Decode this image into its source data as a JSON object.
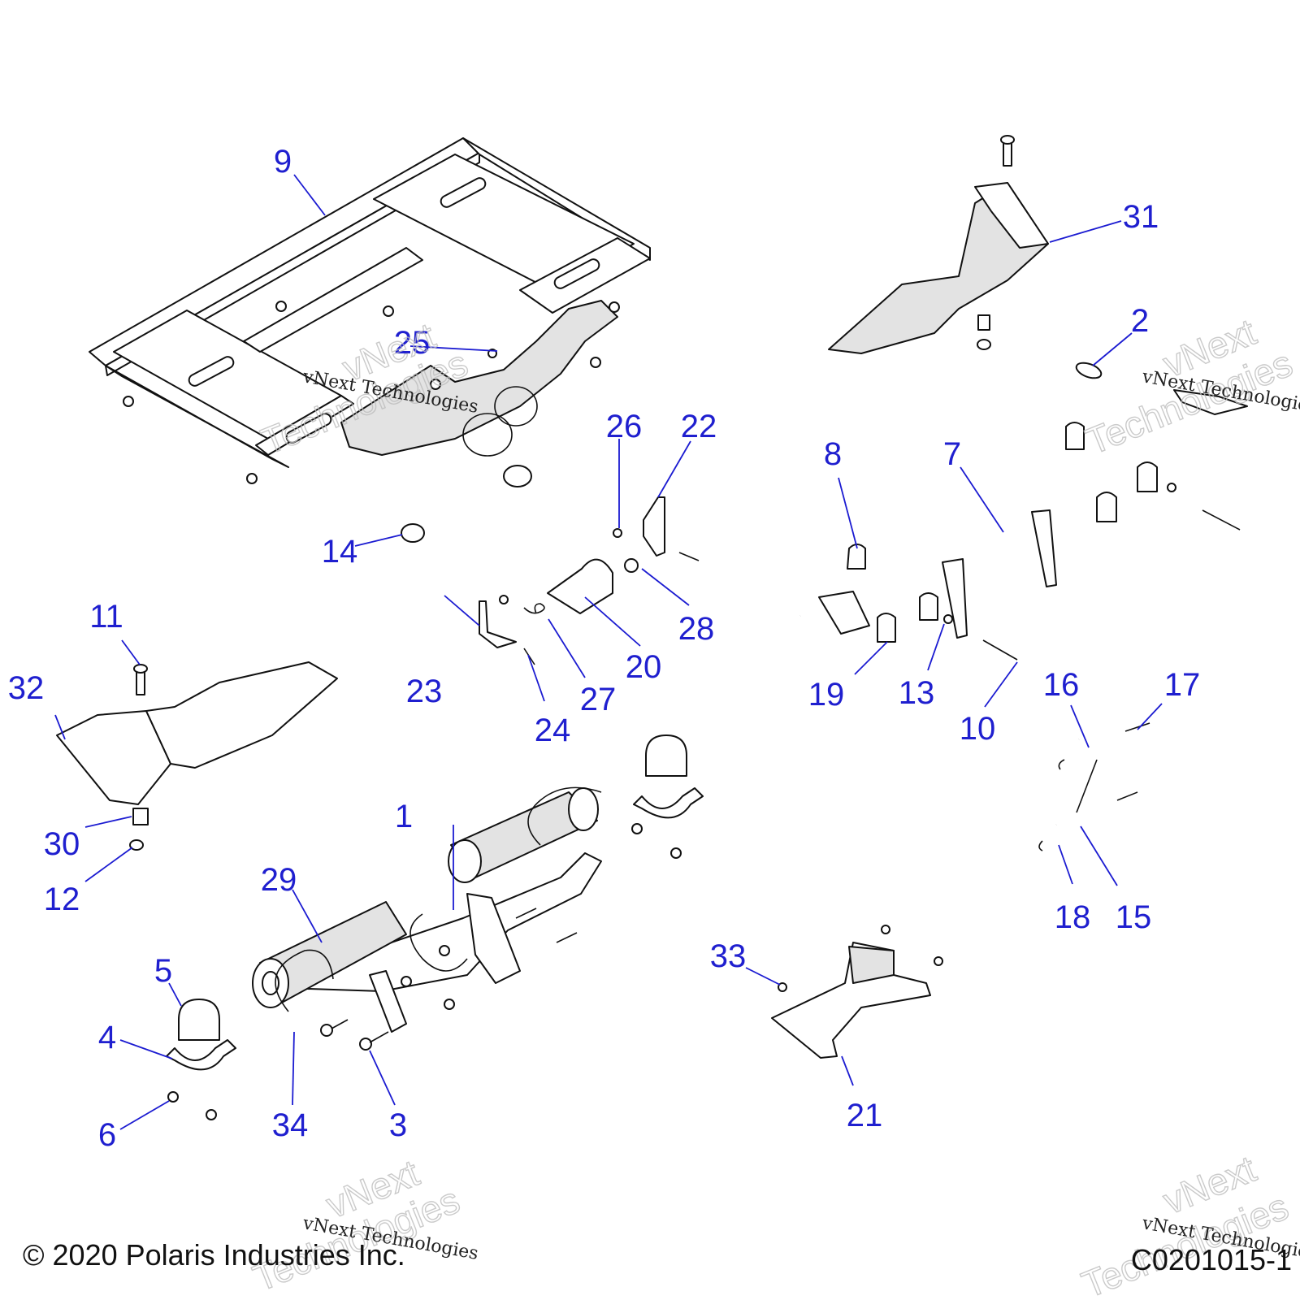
{
  "diagram": {
    "callouts": [
      "1",
      "2",
      "3",
      "4",
      "5",
      "6",
      "7",
      "8",
      "9",
      "10",
      "11",
      "12",
      "13",
      "14",
      "15",
      "16",
      "17",
      "18",
      "19",
      "20",
      "21",
      "22",
      "23",
      "24",
      "25",
      "26",
      "27",
      "28",
      "29",
      "30",
      "31",
      "32",
      "33",
      "34"
    ],
    "watermark": "vNext Technologies",
    "watermark_ghost_top": "vNext",
    "watermark_ghost_bottom": "Technologies",
    "copyright": "© 2020 Polaris Industries Inc.",
    "figure_code": "C0201015-1",
    "callout_color": "#1f1fcf"
  }
}
